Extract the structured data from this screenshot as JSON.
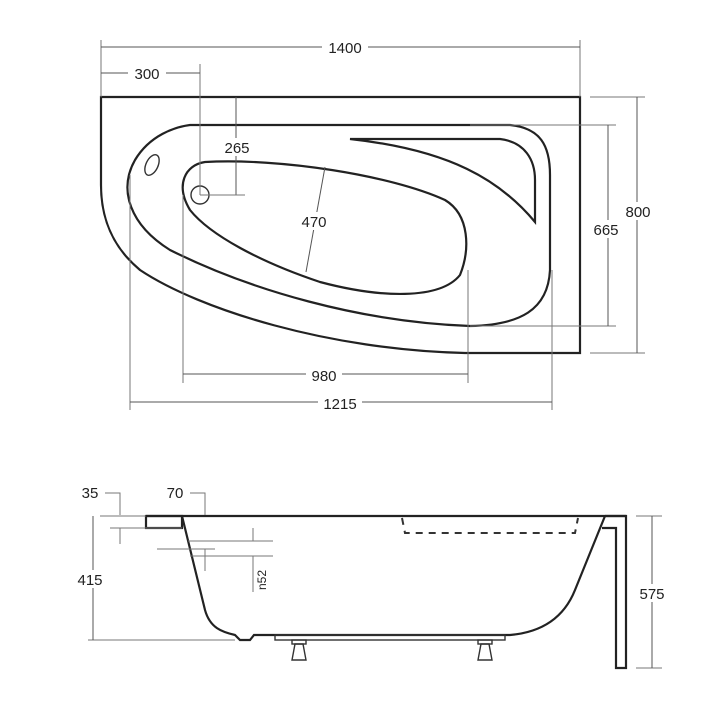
{
  "drawing": {
    "title": "Corner bathtub technical drawing",
    "stroke_color": "#222222",
    "background": "#ffffff",
    "top_view": {
      "dimensions": {
        "overall_length": "1400",
        "overflow_offset": "300",
        "drain_offset": "265",
        "inner_width": "470",
        "inner_length_basin": "980",
        "inner_length_rim": "1215",
        "overall_width": "800",
        "rim_width": "665"
      }
    },
    "side_view": {
      "dimensions": {
        "rim_thickness": "35",
        "rim_overhang": "70",
        "overflow_hole": "n52",
        "depth": "415",
        "total_height": "575"
      }
    }
  }
}
